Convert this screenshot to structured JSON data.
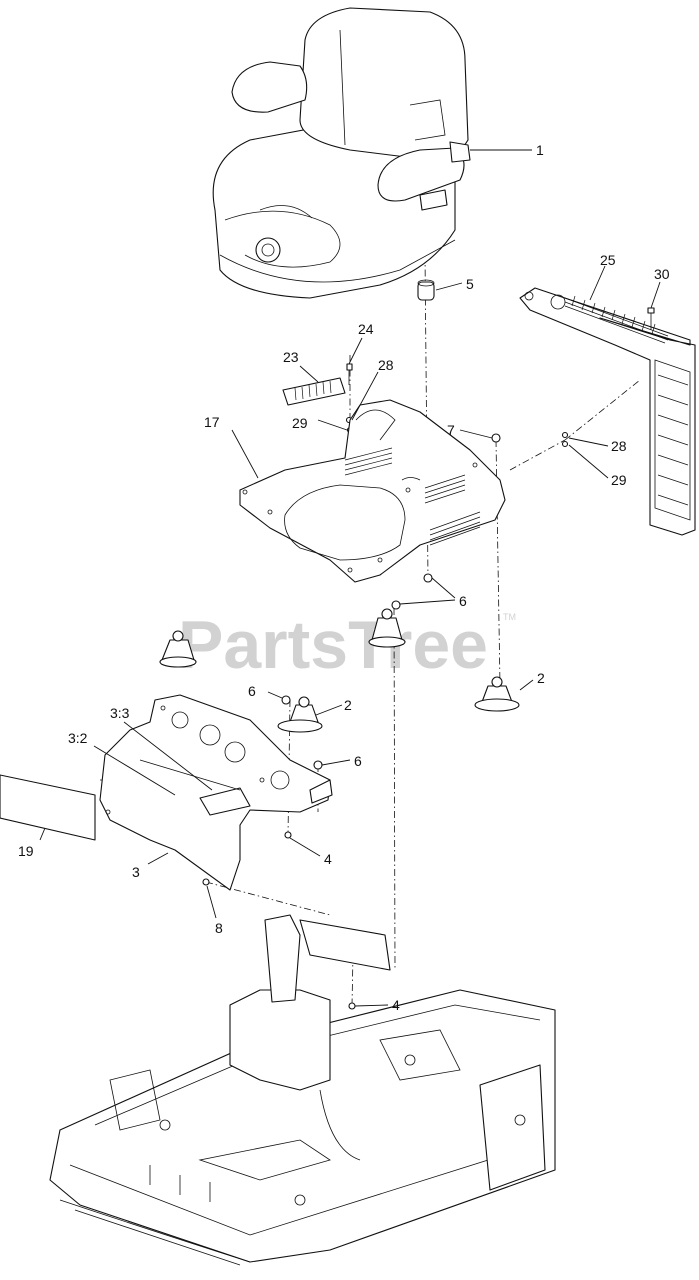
{
  "watermark": {
    "brand": "PartsTree",
    "trademark": "TM"
  },
  "callouts": {
    "c1": "1",
    "c2a": "2",
    "c2b": "2",
    "c3": "3",
    "c3_2": "3:2",
    "c3_3": "3:3",
    "c4a": "4",
    "c4b": "4",
    "c5": "5",
    "c6a": "6",
    "c6b": "6",
    "c6c": "6",
    "c7": "7",
    "c8": "8",
    "c17": "17",
    "c19": "19",
    "c23": "23",
    "c24": "24",
    "c25": "25",
    "c28a": "28",
    "c28b": "28",
    "c29a": "29",
    "c29b": "29",
    "c30": "30"
  }
}
